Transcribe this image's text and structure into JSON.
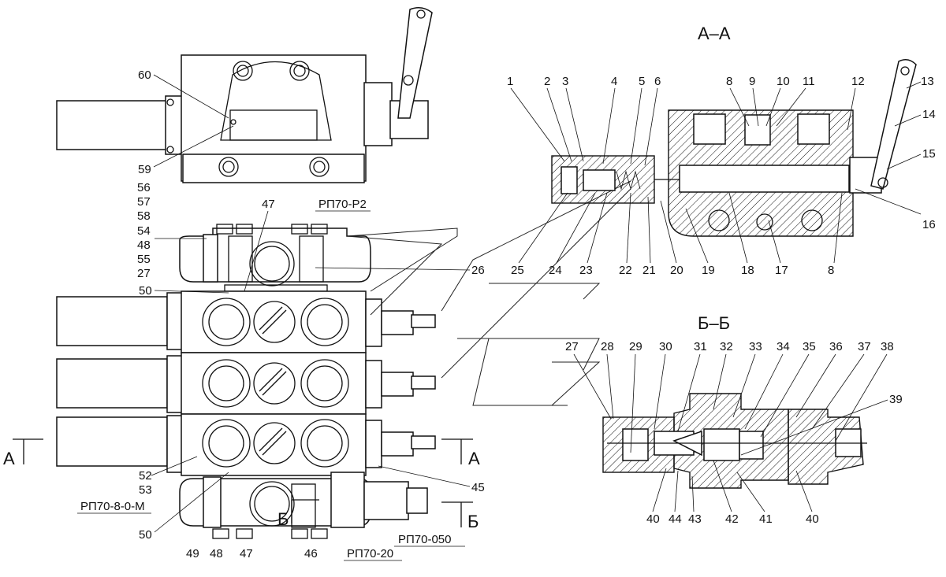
{
  "section_titles": {
    "aa": "А–А",
    "bb": "Б–Б"
  },
  "section_marks": {
    "a_left": "А",
    "a_right": "А",
    "b_left": "Б",
    "b_right": "Б"
  },
  "part_labels": {
    "rp70_p2": "РП70-Р2",
    "rp70_80m": "РП70-8-0-М",
    "rp70_050": "РП70-050",
    "rp70_20": "РП70-20"
  },
  "callouts_main": [
    "60",
    "59",
    "56",
    "57",
    "58",
    "47",
    "54",
    "48",
    "55",
    "27",
    "26",
    "50",
    "52",
    "53",
    "45",
    "50",
    "49",
    "48",
    "47",
    "46"
  ],
  "callouts_aa_top": [
    "1",
    "2",
    "3",
    "4",
    "5",
    "6",
    "8",
    "9",
    "10",
    "11",
    "12",
    "13",
    "14",
    "15",
    "16"
  ],
  "callouts_aa_bottom": [
    "25",
    "24",
    "23",
    "22",
    "21",
    "20",
    "19",
    "18",
    "17",
    "8"
  ],
  "callouts_bb_top": [
    "27",
    "28",
    "29",
    "30",
    "31",
    "32",
    "33",
    "34",
    "35",
    "36",
    "37",
    "38",
    "39"
  ],
  "callouts_bb_bottom": [
    "40",
    "44",
    "43",
    "42",
    "41",
    "40"
  ]
}
